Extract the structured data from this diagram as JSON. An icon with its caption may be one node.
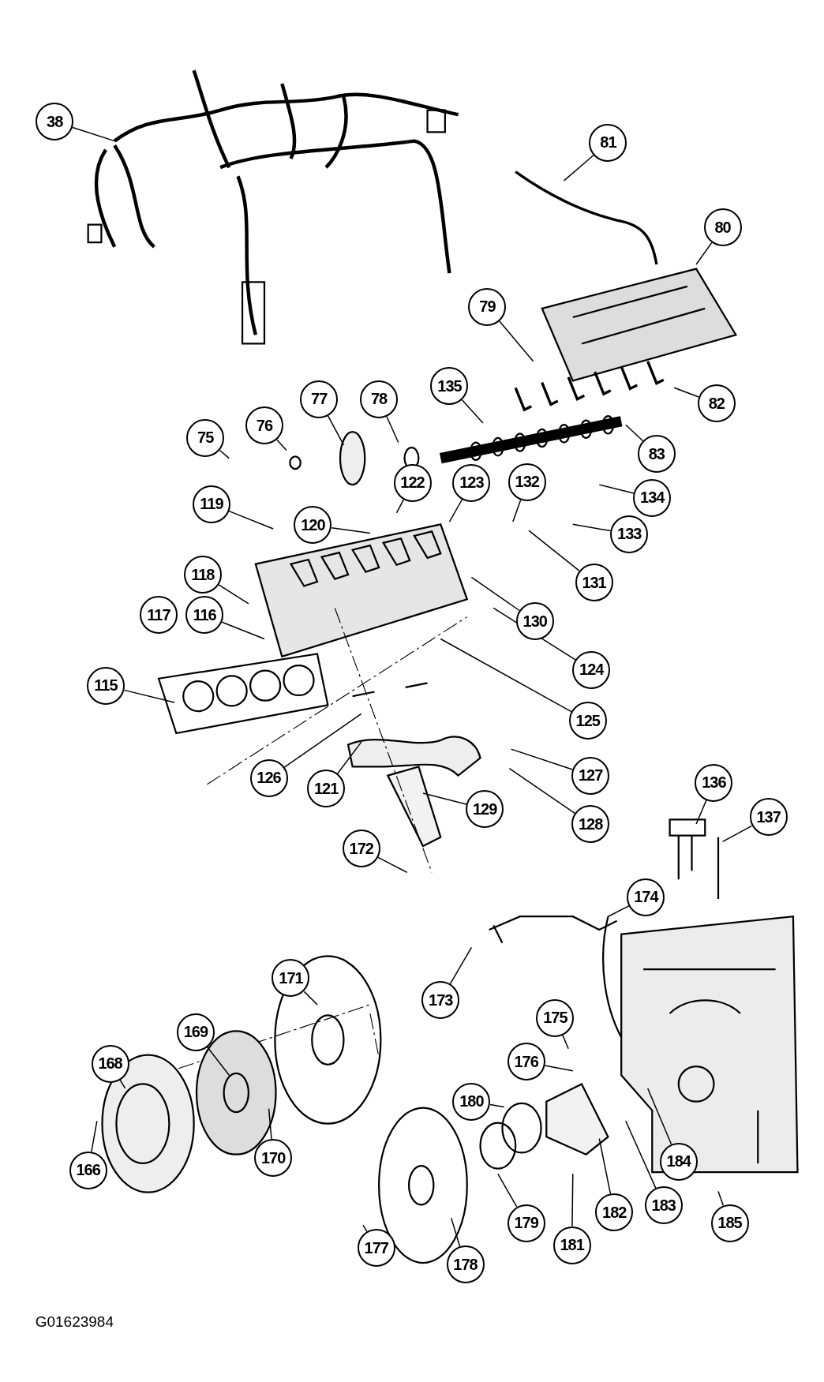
{
  "diagram": {
    "nodes": [
      {
        "text": [
          "38"
        ]
      },
      {
        "text": [
          "81"
        ]
      },
      {
        "text": [
          "80"
        ]
      },
      {
        "text": [
          "79"
        ]
      },
      {
        "text": [
          "82"
        ]
      },
      {
        "text": [
          "135"
        ]
      },
      {
        "text": [
          "83"
        ]
      },
      {
        "text": [
          "75"
        ]
      },
      {
        "text": [
          "76"
        ]
      },
      {
        "text": [
          "77"
        ]
      },
      {
        "text": [
          "78"
        ]
      },
      {
        "text": [
          "134"
        ]
      },
      {
        "text": [
          "119"
        ]
      },
      {
        "text": [
          "120"
        ]
      },
      {
        "text": [
          "122"
        ]
      },
      {
        "text": [
          "123"
        ]
      },
      {
        "text": [
          "132"
        ]
      },
      {
        "text": [
          "133"
        ]
      },
      {
        "text": [
          "118"
        ]
      },
      {
        "text": [
          "131"
        ]
      },
      {
        "text": [
          "117"
        ]
      },
      {
        "text": [
          "116"
        ]
      },
      {
        "text": [
          "130"
        ]
      },
      {
        "text": [
          "124"
        ]
      },
      {
        "text": [
          "115"
        ]
      },
      {
        "text": [
          "125"
        ]
      },
      {
        "text": [
          "127"
        ]
      },
      {
        "text": [
          "126"
        ]
      },
      {
        "text": [
          "121"
        ]
      },
      {
        "text": [
          "129"
        ]
      },
      {
        "text": [
          "128"
        ]
      },
      {
        "text": [
          "172"
        ]
      },
      {
        "text": [
          "136"
        ]
      },
      {
        "text": [
          "137"
        ]
      },
      {
        "text": [
          "174"
        ]
      },
      {
        "text": [
          "171"
        ]
      },
      {
        "text": [
          "173"
        ]
      },
      {
        "text": [
          "169"
        ]
      },
      {
        "text": [
          "175"
        ]
      },
      {
        "text": [
          "168"
        ]
      },
      {
        "text": [
          "176"
        ]
      },
      {
        "text": [
          "180"
        ]
      },
      {
        "text": [
          "166"
        ]
      },
      {
        "text": [
          "170"
        ]
      },
      {
        "text": [
          "184"
        ]
      },
      {
        "text": [
          "183"
        ]
      },
      {
        "text": [
          "182"
        ]
      },
      {
        "text": [
          "185"
        ]
      },
      {
        "text": [
          "179"
        ]
      },
      {
        "text": [
          "181"
        ]
      },
      {
        "text": [
          "177"
        ]
      },
      {
        "text": [
          "178"
        ]
      }
    ],
    "edges": [
      {
        "from": 0,
        "to": null,
        "arrow": "none"
      },
      {
        "from": 1,
        "to": null,
        "arrow": "none"
      },
      {
        "from": 2,
        "to": null,
        "arrow": "none"
      },
      {
        "from": 3,
        "to": null,
        "arrow": "none"
      },
      {
        "from": 4,
        "to": null,
        "arrow": "none"
      },
      {
        "from": 5,
        "to": null,
        "arrow": "none"
      },
      {
        "from": 6,
        "to": null,
        "arrow": "none"
      },
      {
        "from": 7,
        "to": null,
        "arrow": "none"
      },
      {
        "from": 8,
        "to": null,
        "arrow": "none"
      },
      {
        "from": 9,
        "to": null,
        "arrow": "none"
      },
      {
        "from": 10,
        "to": null,
        "arrow": "none"
      },
      {
        "from": 11,
        "to": null,
        "arrow": "none"
      },
      {
        "from": 12,
        "to": null,
        "arrow": "none"
      },
      {
        "from": 13,
        "to": null,
        "arrow": "none"
      },
      {
        "from": 14,
        "to": null,
        "arrow": "none"
      },
      {
        "from": 15,
        "to": null,
        "arrow": "none"
      },
      {
        "from": 16,
        "to": null,
        "arrow": "none"
      },
      {
        "from": 17,
        "to": null,
        "arrow": "none"
      },
      {
        "from": 18,
        "to": null,
        "arrow": "none"
      },
      {
        "from": 19,
        "to": null,
        "arrow": "none"
      },
      {
        "from": 21,
        "to": null,
        "arrow": "none"
      },
      {
        "from": 22,
        "to": null,
        "arrow": "none"
      },
      {
        "from": 23,
        "to": null,
        "arrow": "none"
      },
      {
        "from": 24,
        "to": null,
        "arrow": "none"
      },
      {
        "from": 25,
        "to": null,
        "arrow": "none"
      },
      {
        "from": 26,
        "to": null,
        "arrow": "none"
      },
      {
        "from": 27,
        "to": null,
        "arrow": "none"
      },
      {
        "from": 28,
        "to": null,
        "arrow": "none"
      },
      {
        "from": 29,
        "to": null,
        "arrow": "none"
      },
      {
        "from": 30,
        "to": null,
        "arrow": "none"
      },
      {
        "from": 31,
        "to": null,
        "arrow": "none"
      },
      {
        "from": 32,
        "to": null,
        "arrow": "none"
      },
      {
        "from": 33,
        "to": null,
        "arrow": "none"
      },
      {
        "from": 34,
        "to": null,
        "arrow": "none"
      },
      {
        "from": 35,
        "to": null,
        "arrow": "none"
      },
      {
        "from": 36,
        "to": null,
        "arrow": "none"
      },
      {
        "from": 37,
        "to": null,
        "arrow": "none"
      },
      {
        "from": 38,
        "to": null,
        "arrow": "none"
      },
      {
        "from": 39,
        "to": null,
        "arrow": "none"
      },
      {
        "from": 40,
        "to": null,
        "arrow": "none"
      },
      {
        "from": 41,
        "to": null,
        "arrow": "none"
      },
      {
        "from": 42,
        "to": null,
        "arrow": "none"
      },
      {
        "from": 43,
        "to": null,
        "arrow": "none"
      },
      {
        "from": 44,
        "to": null,
        "arrow": "none"
      },
      {
        "from": 45,
        "to": null,
        "arrow": "none"
      },
      {
        "from": 46,
        "to": null,
        "arrow": "none"
      },
      {
        "from": 47,
        "to": null,
        "arrow": "none"
      },
      {
        "from": 48,
        "to": null,
        "arrow": "none"
      },
      {
        "from": 49,
        "to": null,
        "arrow": "none"
      },
      {
        "from": 50,
        "to": null,
        "arrow": "none"
      },
      {
        "from": 51,
        "to": null,
        "arrow": "none"
      }
    ],
    "labels": [
      "G01623984"
    ]
  }
}
